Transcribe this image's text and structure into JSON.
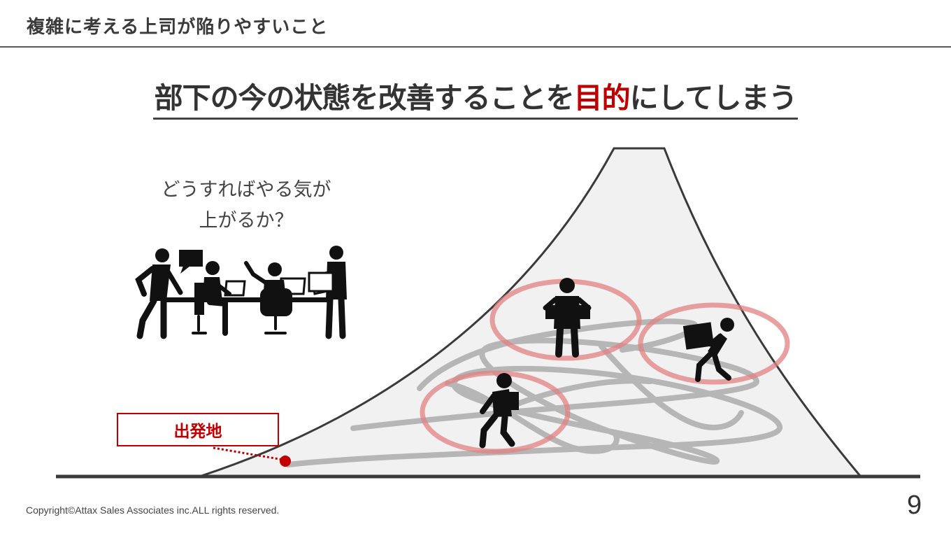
{
  "header": {
    "title": "複雑に考える上司が陥りやすいこと"
  },
  "headline": {
    "prefix": "部下の今の状態を改善することを",
    "accent": "目的",
    "suffix": "にしてしまう"
  },
  "question": {
    "text": "どうすればやる気が\n上がるか？"
  },
  "illustrations": {
    "meeting": "team-meeting-icon",
    "figures": [
      "person-carrying-box-icon",
      "person-holding-boxes-icon",
      "person-pushing-box-icon"
    ],
    "mountain": "mountain-icon"
  },
  "start_label": "出発地",
  "colors": {
    "accent": "#c00000",
    "path": "#b3b3b3",
    "highlight": "#e08080"
  },
  "footer": {
    "copyright": "Copyright©Attax Sales Associates inc.ALL rights reserved.",
    "page_number": "9"
  }
}
